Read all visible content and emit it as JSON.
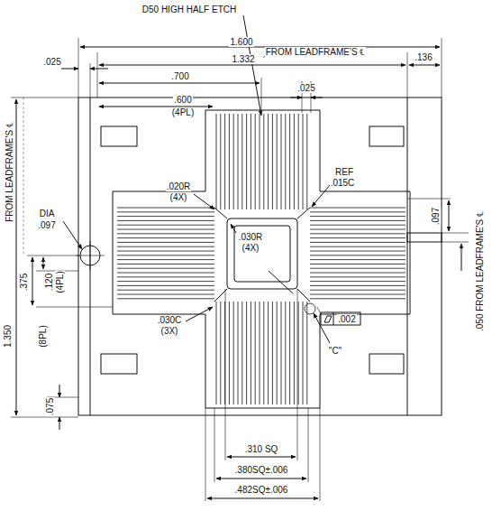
{
  "diagram": {
    "labels": [
      "D50 HIGH HALF ETCH",
      "1.600",
      "1.332",
      ".136",
      ".700",
      "FROM LEADFRAME'S ℄",
      ".600",
      "(4PL)",
      ".025",
      ".025",
      ".020R",
      "(4X)",
      "REF",
      ".015C",
      "DIA",
      ".097",
      "FROM LEADFRAME'S ℄",
      ".030R",
      "(4X)",
      ".097",
      ".050 FROM LEADFRAME'S ℄",
      "1.350",
      ".120",
      "(4PL)",
      ".375",
      "(8PL)",
      ".030C",
      "(3X)",
      ".002",
      "\"C\"",
      ".075",
      ".310 SQ",
      ".380SQ±.006",
      ".482SQ±.006"
    ]
  }
}
